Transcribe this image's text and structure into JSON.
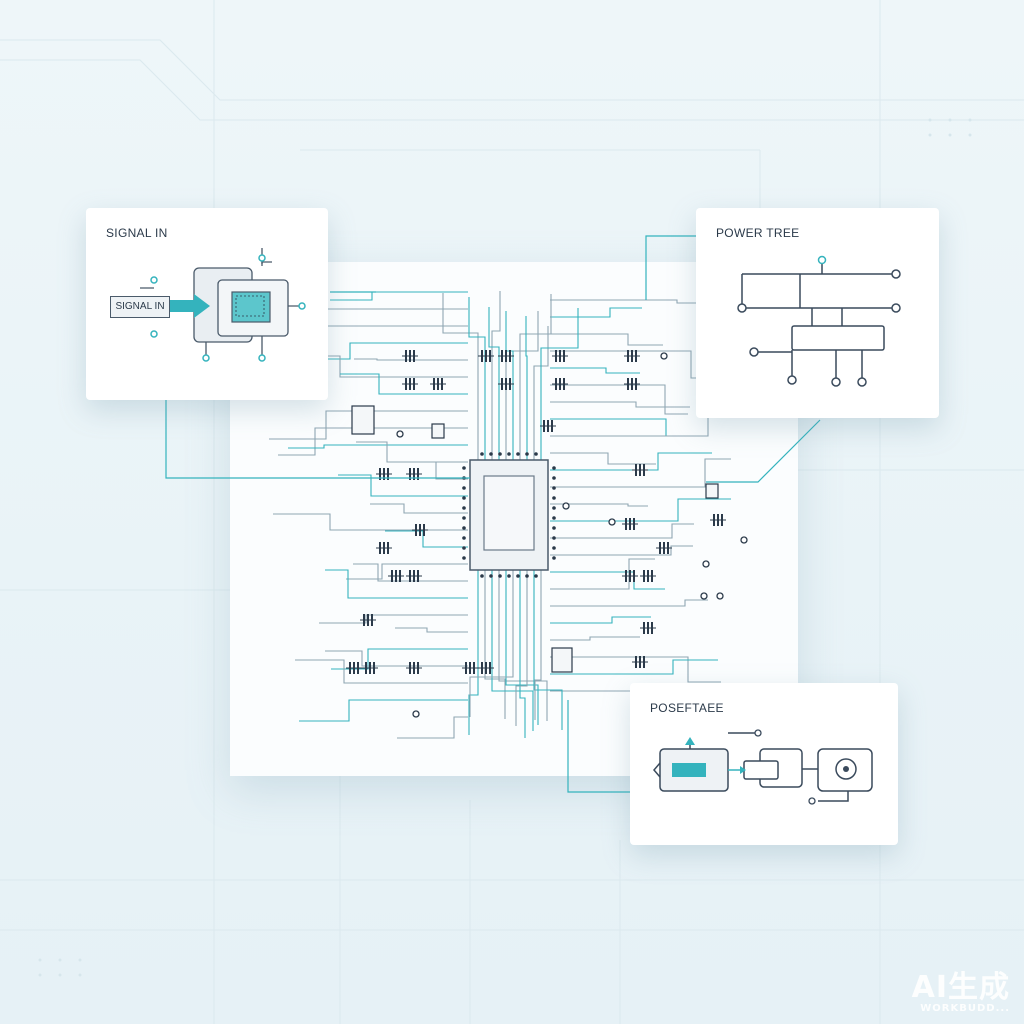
{
  "cards": {
    "signal_in": {
      "title": "SIGNAL IN",
      "input_label": "SIGNAL IN"
    },
    "power_tree": {
      "title": "POWER TREE"
    },
    "power_flow": {
      "title": "POSEFTAEE"
    }
  },
  "watermark": {
    "main": "AI生成",
    "sub": "WORKBUDD..."
  },
  "colors": {
    "teal": "#34b3bd",
    "ink": "#2b3a4a",
    "trace": "#9fd3da",
    "chip_fill": "#eef2f5"
  },
  "icons": [
    "arrow-right-icon",
    "speaker-icon",
    "chip-icon"
  ]
}
